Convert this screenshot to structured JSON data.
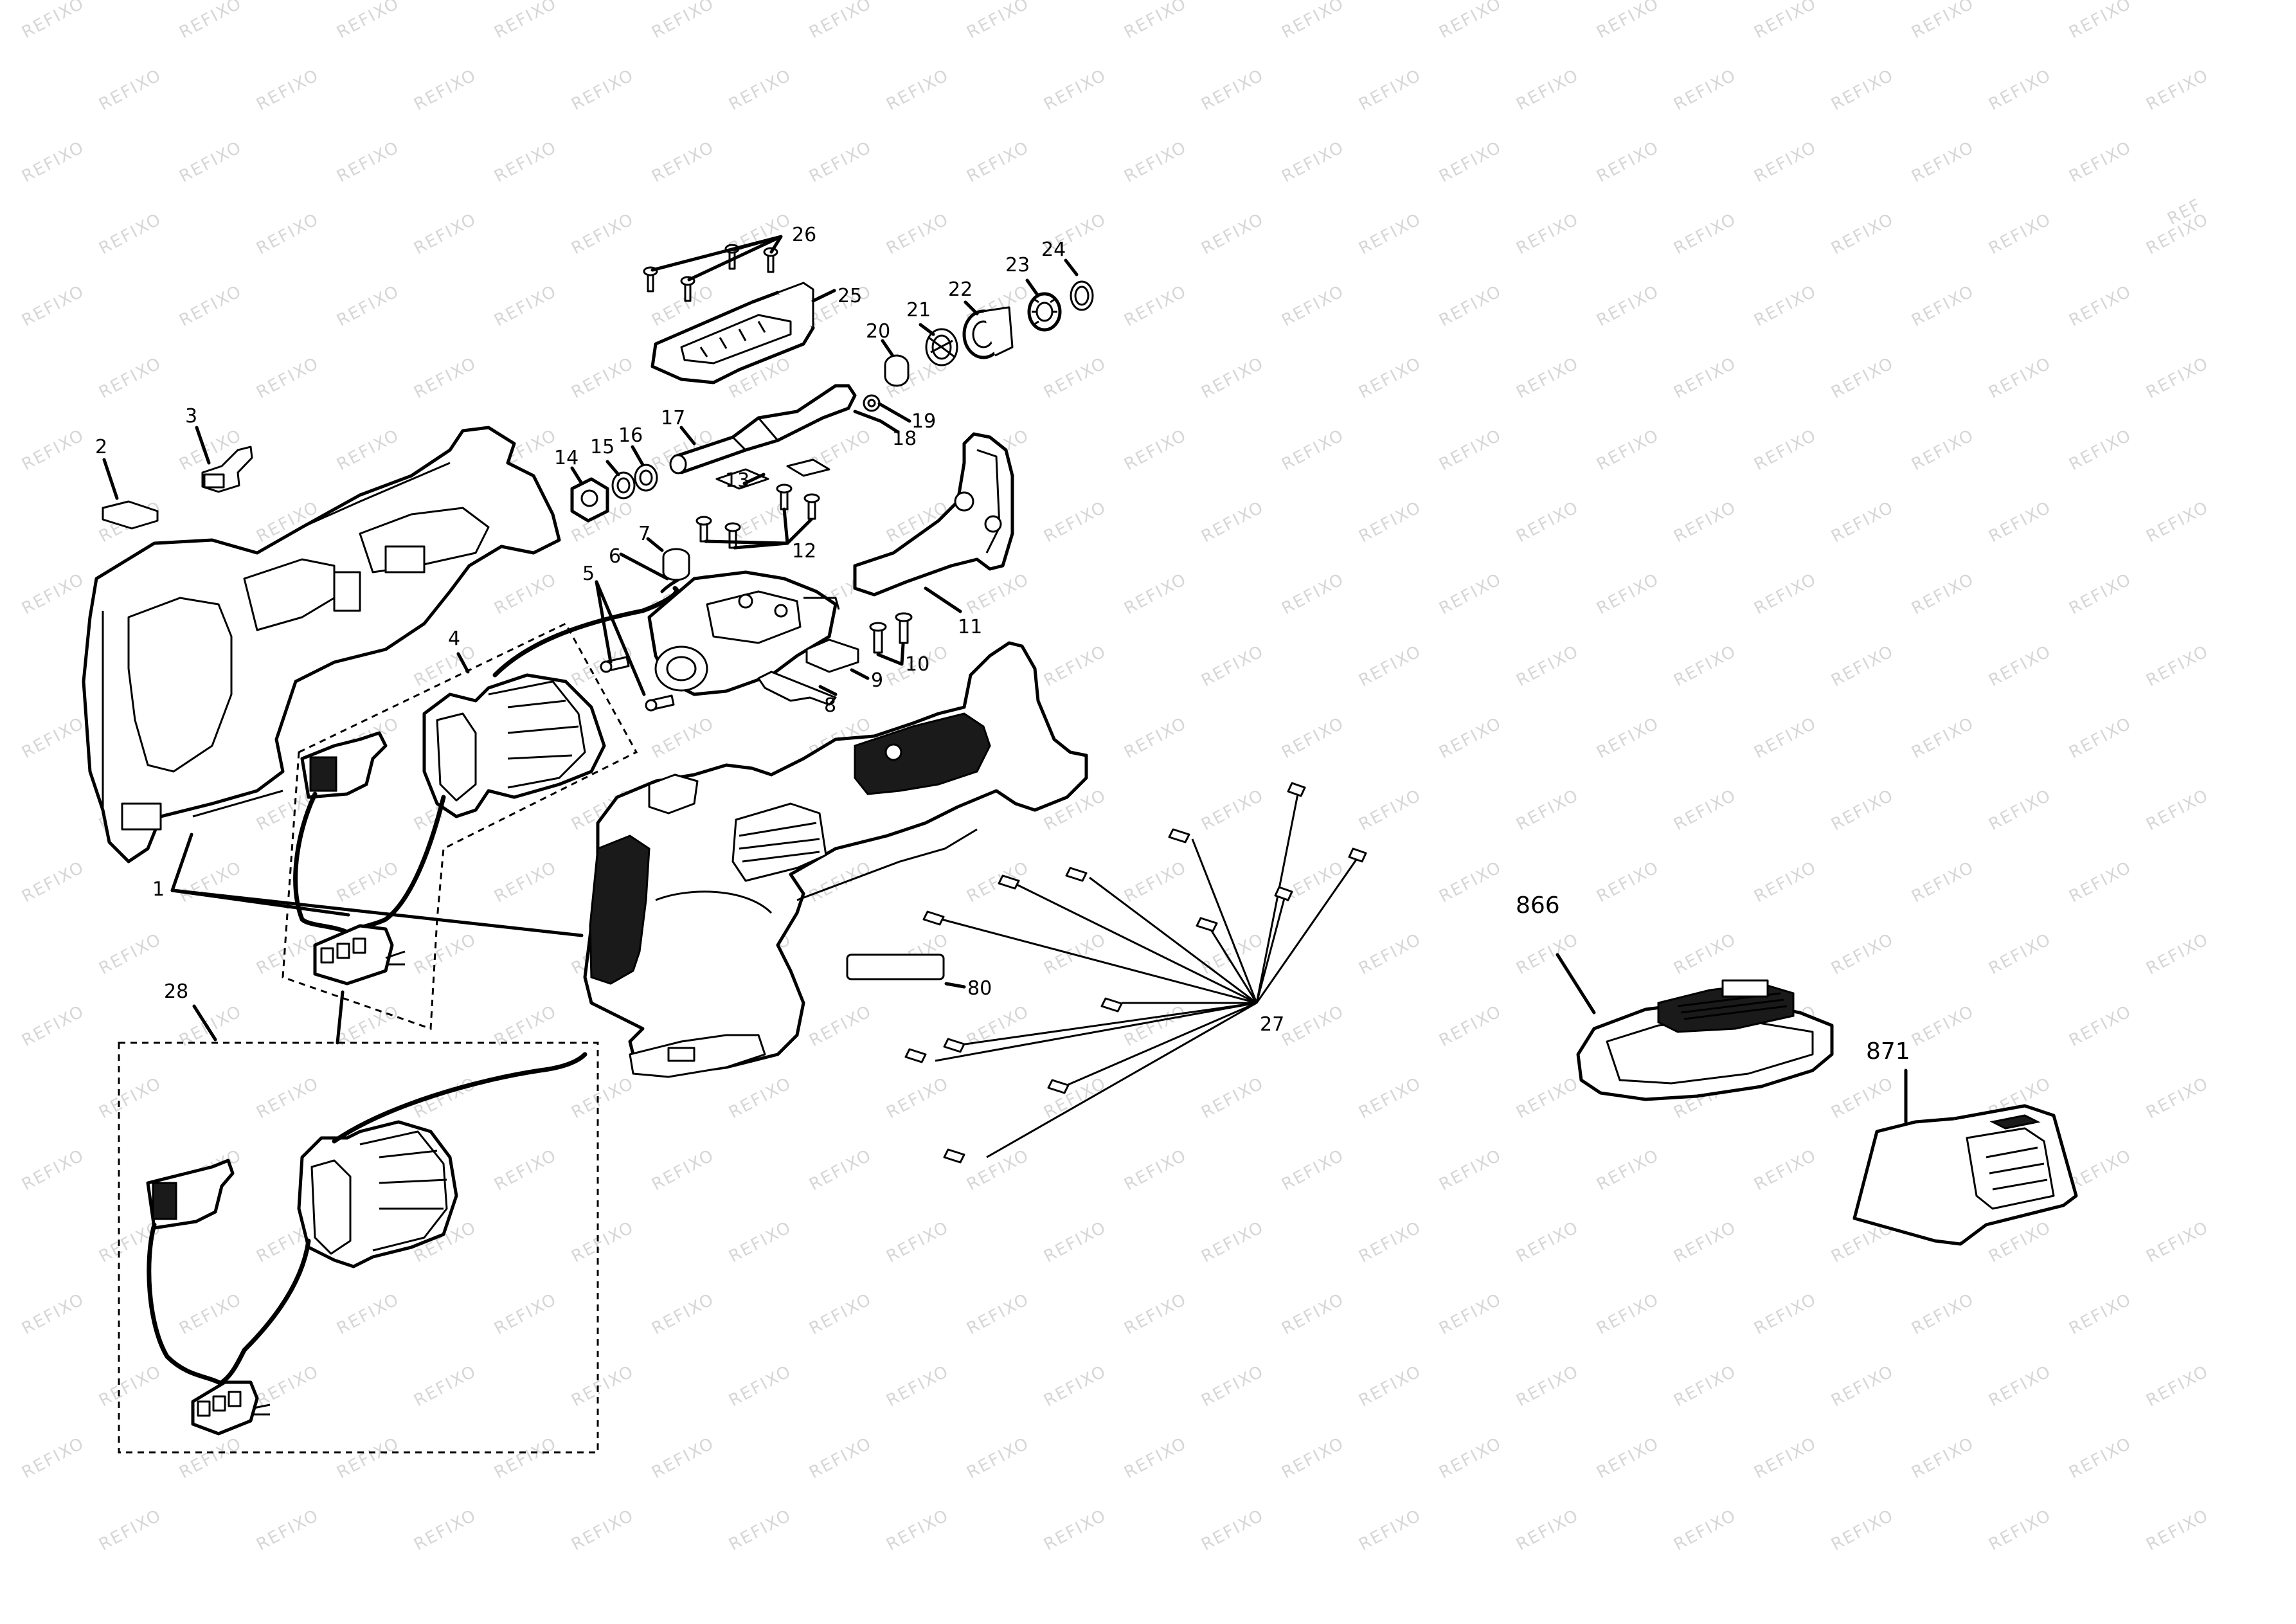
{
  "watermark": {
    "text": "REFIXO",
    "edge_fragment": "REF"
  },
  "callouts": {
    "c1": "1",
    "c2": "2",
    "c3": "3",
    "c4": "4",
    "c5": "5",
    "c6": "6",
    "c7": "7",
    "c8": "8",
    "c9": "9",
    "c10": "10",
    "c11": "11",
    "c12": "12",
    "c13": "13",
    "c14": "14",
    "c15": "15",
    "c16": "16",
    "c17": "17",
    "c18": "18",
    "c19": "19",
    "c20": "20",
    "c21": "21",
    "c22": "22",
    "c23": "23",
    "c24": "24",
    "c25": "25",
    "c26": "26",
    "c27": "27",
    "c28": "28",
    "c80": "80",
    "c866": "866",
    "c871": "871"
  },
  "colors": {
    "line": "#000000",
    "watermark": "#d6d6d6",
    "background": "#ffffff"
  }
}
